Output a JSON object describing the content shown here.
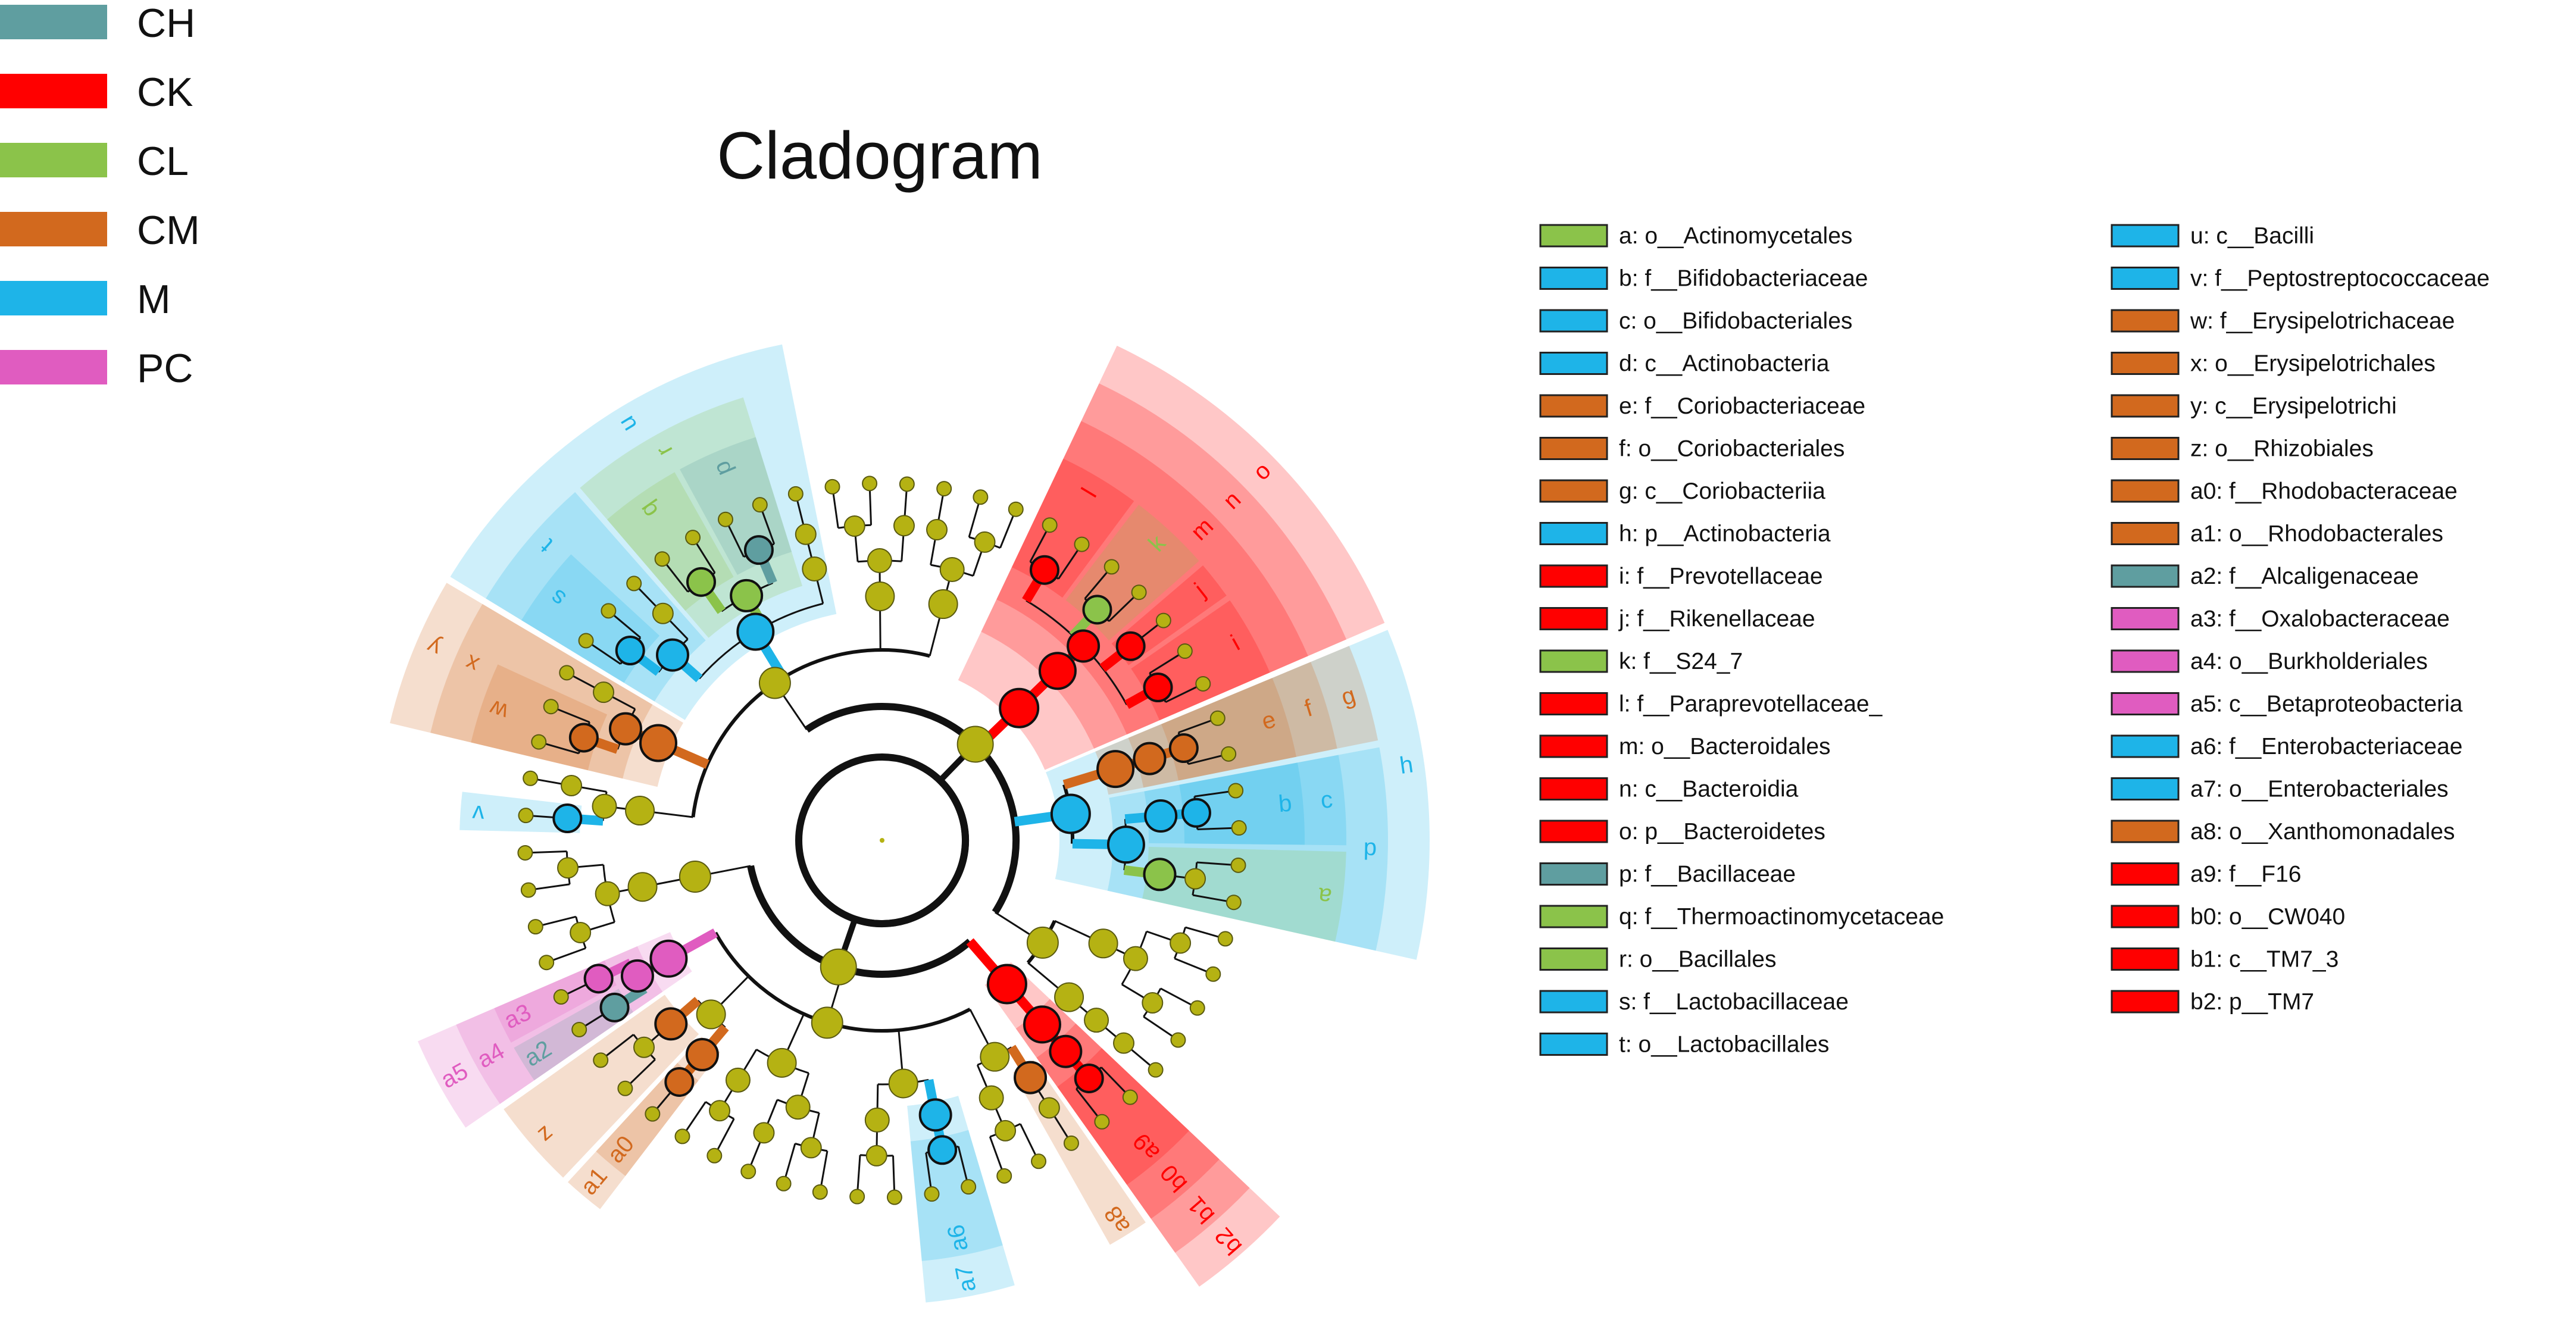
{
  "title": "Cladogram",
  "groups": [
    {
      "name": "CH",
      "color": "#5f9ea0"
    },
    {
      "name": "CK",
      "color": "#ff0000"
    },
    {
      "name": "CL",
      "color": "#8bc34a"
    },
    {
      "name": "CM",
      "color": "#d2691e"
    },
    {
      "name": "M",
      "color": "#1eb4e8"
    },
    {
      "name": "PC",
      "color": "#e05cc0"
    }
  ],
  "taxa": [
    {
      "key": "a",
      "text": "a: o__Actinomycetales",
      "group": "CL"
    },
    {
      "key": "b",
      "text": "b: f__Bifidobacteriaceae",
      "group": "M"
    },
    {
      "key": "c",
      "text": "c: o__Bifidobacteriales",
      "group": "M"
    },
    {
      "key": "d",
      "text": "d: c__Actinobacteria",
      "group": "M"
    },
    {
      "key": "e",
      "text": "e: f__Coriobacteriaceae",
      "group": "CM"
    },
    {
      "key": "f",
      "text": "f: o__Coriobacteriales",
      "group": "CM"
    },
    {
      "key": "g",
      "text": "g: c__Coriobacteriia",
      "group": "CM"
    },
    {
      "key": "h",
      "text": "h: p__Actinobacteria",
      "group": "M"
    },
    {
      "key": "i",
      "text": "i: f__Prevotellaceae",
      "group": "CK"
    },
    {
      "key": "j",
      "text": "j: f__Rikenellaceae",
      "group": "CK"
    },
    {
      "key": "k",
      "text": "k: f__S24_7",
      "group": "CL"
    },
    {
      "key": "l",
      "text": "l: f__Paraprevotellaceae_",
      "group": "CK"
    },
    {
      "key": "m",
      "text": "m: o__Bacteroidales",
      "group": "CK"
    },
    {
      "key": "n",
      "text": "n: c__Bacteroidia",
      "group": "CK"
    },
    {
      "key": "o",
      "text": "o: p__Bacteroidetes",
      "group": "CK"
    },
    {
      "key": "p",
      "text": "p: f__Bacillaceae",
      "group": "CH"
    },
    {
      "key": "q",
      "text": "q: f__Thermoactinomycetaceae",
      "group": "CL"
    },
    {
      "key": "r",
      "text": "r: o__Bacillales",
      "group": "CL"
    },
    {
      "key": "s",
      "text": "s: f__Lactobacillaceae",
      "group": "M"
    },
    {
      "key": "t",
      "text": "t: o__Lactobacillales",
      "group": "M"
    },
    {
      "key": "u",
      "text": "u: c__Bacilli",
      "group": "M"
    },
    {
      "key": "v",
      "text": "v: f__Peptostreptococcaceae",
      "group": "M"
    },
    {
      "key": "w",
      "text": "w: f__Erysipelotrichaceae",
      "group": "CM"
    },
    {
      "key": "x",
      "text": "x: o__Erysipelotrichales",
      "group": "CM"
    },
    {
      "key": "y",
      "text": "y: c__Erysipelotrichi",
      "group": "CM"
    },
    {
      "key": "z",
      "text": "z: o__Rhizobiales",
      "group": "CM"
    },
    {
      "key": "a0",
      "text": "a0: f__Rhodobacteraceae",
      "group": "CM"
    },
    {
      "key": "a1",
      "text": "a1: o__Rhodobacterales",
      "group": "CM"
    },
    {
      "key": "a2",
      "text": "a2: f__Alcaligenaceae",
      "group": "CH"
    },
    {
      "key": "a3",
      "text": "a3: f__Oxalobacteraceae",
      "group": "PC"
    },
    {
      "key": "a4",
      "text": "a4: o__Burkholderiales",
      "group": "PC"
    },
    {
      "key": "a5",
      "text": "a5: c__Betaproteobacteria",
      "group": "PC"
    },
    {
      "key": "a6",
      "text": "a6: f__Enterobacteriaceae",
      "group": "M"
    },
    {
      "key": "a7",
      "text": "a7: o__Enterobacteriales",
      "group": "M"
    },
    {
      "key": "a8",
      "text": "a8: o__Xanthomonadales",
      "group": "CM"
    },
    {
      "key": "a9",
      "text": "a9: f__F16",
      "group": "CK"
    },
    {
      "key": "b0",
      "text": "b0: o__CW040",
      "group": "CK"
    },
    {
      "key": "b1",
      "text": "b1: c__TM7_3",
      "group": "CK"
    },
    {
      "key": "b2",
      "text": "b2: p__TM7",
      "group": "CK"
    }
  ]
}
